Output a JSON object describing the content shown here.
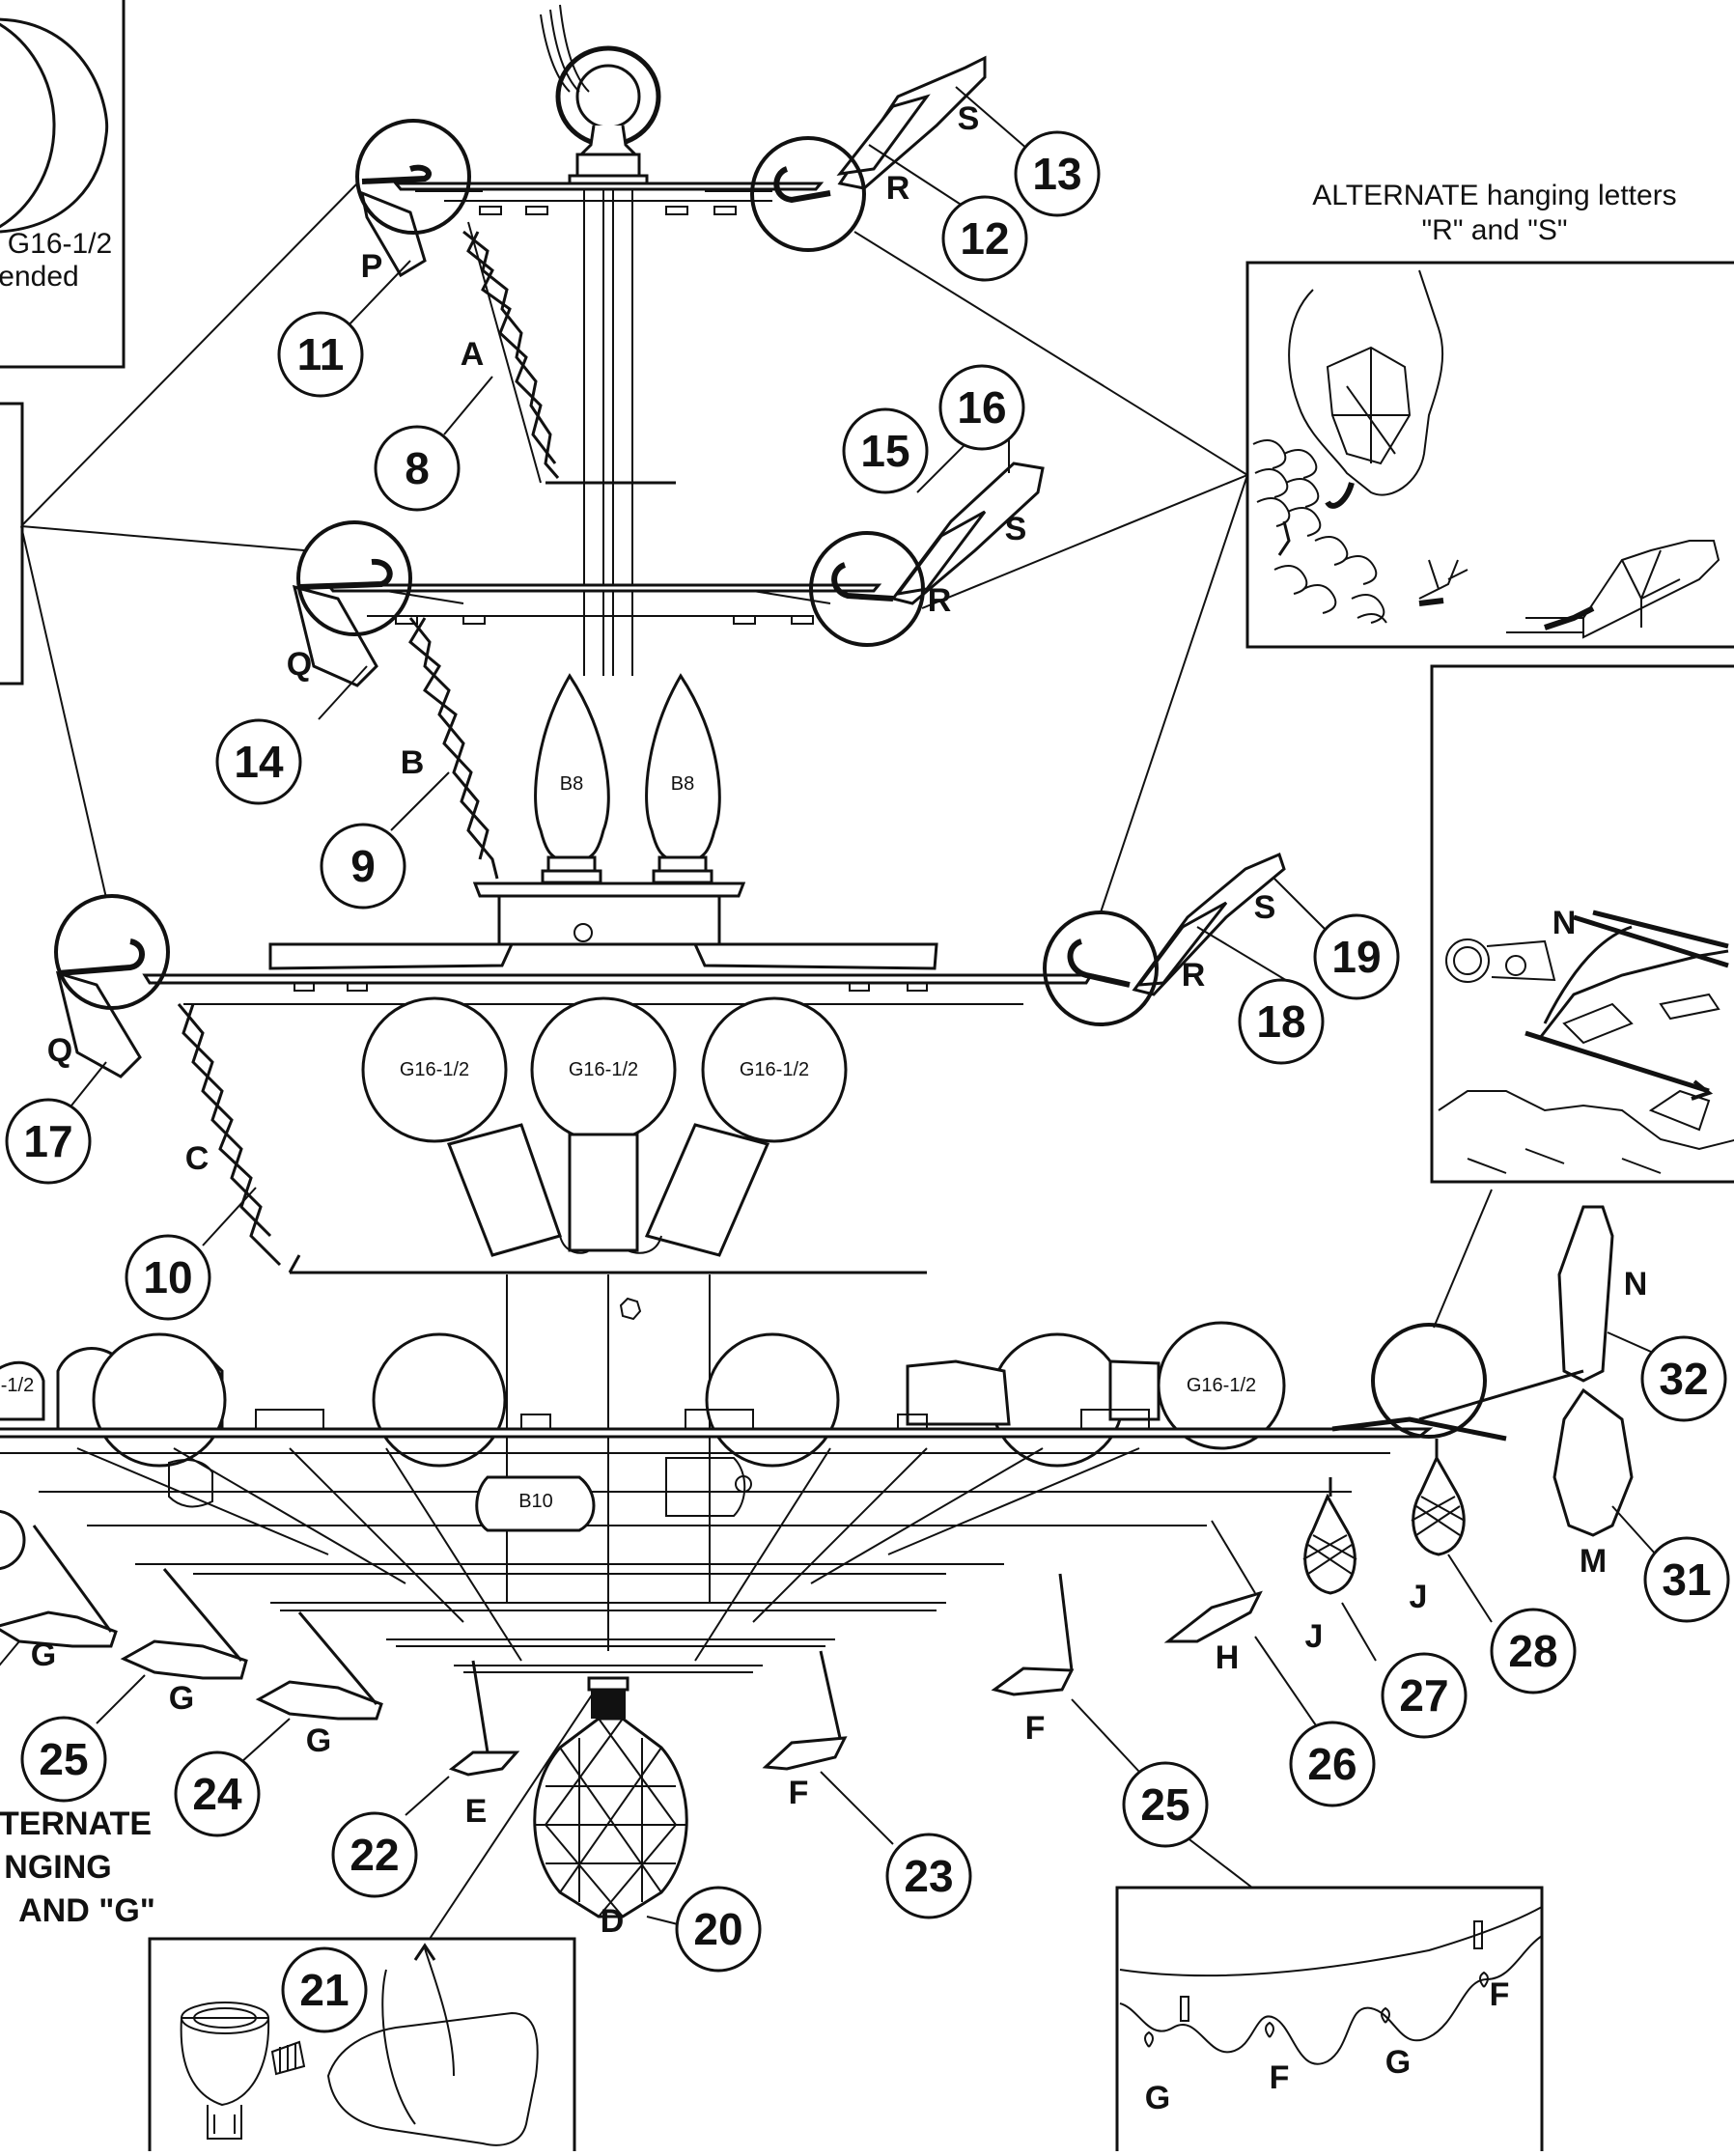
{
  "callouts": {
    "n8": "8",
    "n9": "9",
    "n10": "10",
    "n11": "11",
    "n12": "12",
    "n13": "13",
    "n14": "14",
    "n15": "15",
    "n16": "16",
    "n17": "17",
    "n18": "18",
    "n19": "19",
    "n20": "20",
    "n21": "21",
    "n22": "22",
    "n23": "23",
    "n24": "24",
    "n25a": "25",
    "n25b": "25",
    "n26": "26",
    "n27": "27",
    "n28": "28",
    "n31": "31",
    "n32": "32"
  },
  "letters": {
    "A": "A",
    "B": "B",
    "C": "C",
    "D": "D",
    "E": "E",
    "F1": "F",
    "F2": "F",
    "G1": "G",
    "G2": "G",
    "G3": "G",
    "H": "H",
    "J1": "J",
    "J2": "J",
    "M": "M",
    "N1": "N",
    "N2": "N",
    "P": "P",
    "Q1": "Q",
    "Q2": "Q",
    "R1": "R",
    "R2": "R",
    "R3": "R",
    "S1": "S",
    "S2": "S",
    "S3": "S"
  },
  "bulbs": {
    "b8a": "B8",
    "b8b": "B8",
    "g1": "G16-1/2",
    "g2": "G16-1/2",
    "g3": "G16-1/2",
    "g4": "G16-1/2",
    "g5": "-1/2",
    "b10": "B10"
  },
  "captions": {
    "alt_rs_line1": "ALTERNATE hanging letters",
    "alt_rs_line2": "\"R\" and \"S\"",
    "topleft_line1": "G16-1/2",
    "topleft_line2": "ended",
    "alt_g_line1": "TERNATE",
    "alt_g_line2": "NGING",
    "alt_g_line3": "AND \"G\""
  },
  "inset_bottom_right": {
    "G1": "G",
    "F1": "F",
    "G2": "G",
    "F2": "F"
  }
}
